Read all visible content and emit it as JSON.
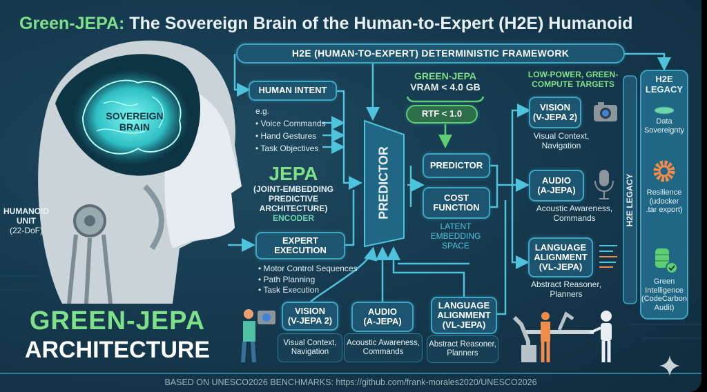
{
  "title": {
    "prefix": "Green-JEPA:",
    "rest": " The Sovereign Brain of the Human-to-Expert (H2E) Humanoid"
  },
  "framework_bar": "H2E (HUMAN-TO-EXPERT) DETERMINISTIC FRAMEWORK",
  "brain_label": [
    "SOVEREIGN",
    "BRAIN"
  ],
  "humanoid": {
    "line1": "HUMANOID",
    "line2": "UNIT",
    "line3": "(22-DoF)"
  },
  "architecture": {
    "line1": "GREEN-JEPA",
    "line2": "ARCHITECTURE"
  },
  "human_intent": {
    "label": "HUMAN INTENT",
    "eg": "e.g.",
    "items": [
      "• Voice Commands",
      "• Hand Gestures",
      "• Task Objectives"
    ]
  },
  "jepa": {
    "title": "JEPA",
    "subtitle": [
      "(JOINT-EMBEDDING",
      "PREDICTIVE",
      "ARCHITECTURE)"
    ],
    "encoder": "ENCODER"
  },
  "expert_execution": {
    "label": [
      "EXPERT",
      "EXECUTION"
    ],
    "items": [
      "• Motor Control Sequences",
      "• Path Planning",
      "• Task Execution"
    ]
  },
  "predictor_main": "PREDICTOR",
  "green_jepa_spec": {
    "line1": "GREEN-JEPA",
    "line2": "VRAM < 4.0 GB",
    "rtf": "RTF < 1.0"
  },
  "latent": {
    "predictor": "PREDICTOR",
    "cost": [
      "COST",
      "FUNCTION"
    ],
    "caption": [
      "LATENT",
      "EMBEDDING",
      "SPACE"
    ]
  },
  "targets": {
    "heading": [
      "LOW-POWER, GREEN-",
      "COMPUTE TARGETS"
    ],
    "items": [
      {
        "label": [
          "VISION",
          "(V-JEPA 2)"
        ],
        "desc": [
          "Visual Context,",
          "Navigation"
        ],
        "icon": "camera-icon"
      },
      {
        "label": [
          "AUDIO",
          "(A-JEPA)"
        ],
        "desc": [
          "Acoustic Awareness,",
          "Commands"
        ],
        "icon": "microphone-icon"
      },
      {
        "label": [
          "LANGUAGE",
          "ALIGNMENT",
          "(VL-JEPA)"
        ],
        "desc": [
          "Abstract Reasoner,",
          "Planners"
        ],
        "icon": "text-lines-icon"
      }
    ]
  },
  "inputs": [
    {
      "label": [
        "VISION",
        "(V-JEPA 2)"
      ],
      "desc": [
        "Visual Context,",
        "Navigation"
      ]
    },
    {
      "label": [
        "AUDIO",
        "(A-JEPA)"
      ],
      "desc": [
        "Acoustic Awareness,",
        "Commands"
      ]
    },
    {
      "label": [
        "LANGUAGE",
        "ALIGNMENT",
        "(VL-JEPA)"
      ],
      "desc": [
        "Abstract Reasoner,",
        "Planners"
      ]
    }
  ],
  "legacy_bar": "H2E LEGACY",
  "legacy": {
    "title": [
      "H2E",
      "LEGACY"
    ],
    "items": [
      {
        "text": [
          "Data",
          "Sovereignty"
        ],
        "icon": "disk-icon"
      },
      {
        "text": [
          "Resilience",
          "(udocker",
          ".tar export)"
        ],
        "icon": "gear-icon"
      },
      {
        "text": [
          "Green",
          "Intelligence",
          "(CodeCarbon",
          "Audit)"
        ],
        "icon": "database-check-icon"
      }
    ]
  },
  "footer": "BASED ON UNESCO2026 BENCHMARKS: https://github.com/frank-morales2020/UNESCO2026",
  "colors": {
    "accent": "#3fa7c4",
    "green": "#7fe08a",
    "background": "#163a4f",
    "orange": "#f28c4a"
  }
}
